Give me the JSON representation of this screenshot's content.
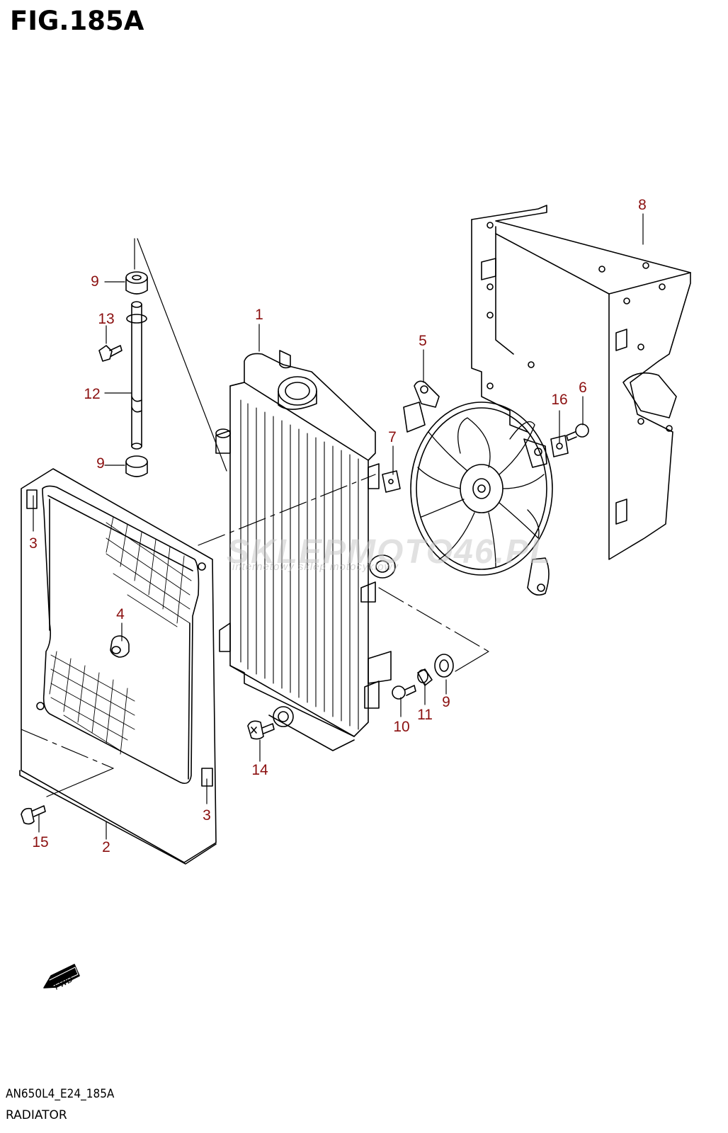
{
  "figure": {
    "title": "FIG.185A",
    "model_code": "AN650L4_E24_185A",
    "section_name": "RADIATOR",
    "fwd_label": "FWD",
    "watermark": "SKLEPMOTO46.PL",
    "watermark_sub": "internetowy sklep motocyklowy"
  },
  "callouts": [
    {
      "id": "c1",
      "label": "1"
    },
    {
      "id": "c2",
      "label": "2"
    },
    {
      "id": "c3a",
      "label": "3"
    },
    {
      "id": "c3b",
      "label": "3"
    },
    {
      "id": "c4",
      "label": "4"
    },
    {
      "id": "c5",
      "label": "5"
    },
    {
      "id": "c6",
      "label": "6"
    },
    {
      "id": "c7",
      "label": "7"
    },
    {
      "id": "c8",
      "label": "8"
    },
    {
      "id": "c9a",
      "label": "9"
    },
    {
      "id": "c9b",
      "label": "9"
    },
    {
      "id": "c9c",
      "label": "9"
    },
    {
      "id": "c10",
      "label": "10"
    },
    {
      "id": "c11",
      "label": "11"
    },
    {
      "id": "c12",
      "label": "12"
    },
    {
      "id": "c13",
      "label": "13"
    },
    {
      "id": "c14",
      "label": "14"
    },
    {
      "id": "c15",
      "label": "15"
    },
    {
      "id": "c16",
      "label": "16"
    }
  ],
  "colors": {
    "line": "#000000",
    "callout": "#8b1010"
  }
}
